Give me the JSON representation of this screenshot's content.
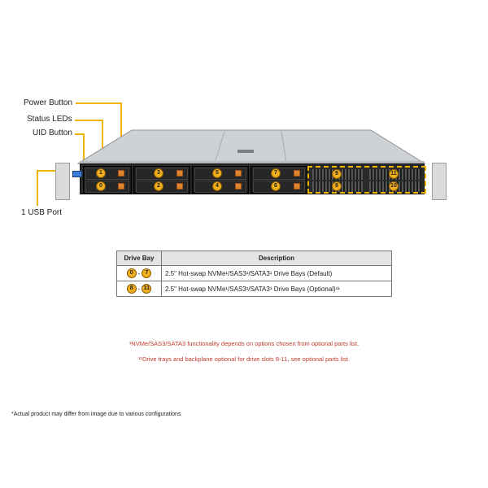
{
  "callouts": {
    "power_button": "Power Button",
    "status_leds": "Status LEDs",
    "uid_button": "UID Button",
    "usb_port": "1 USB Port"
  },
  "bays": {
    "row_top": [
      "1",
      "3",
      "5",
      "7",
      "9",
      "11"
    ],
    "row_bottom": [
      "0",
      "2",
      "4",
      "6",
      "8",
      "10"
    ]
  },
  "table": {
    "headers": [
      "Drive Bay",
      "Description"
    ],
    "rows": [
      {
        "from": "0",
        "to": "7",
        "description": "2.5\" Hot-swap NVMe¹/SAS3¹/SATA3¹  Drive  Bays (Default)"
      },
      {
        "from": "8",
        "to": "11",
        "description": "2.5\" Hot-swap NVMe¹/SAS3¹/SATA3¹  Drive  Bays (Optional)¹¹"
      }
    ]
  },
  "notes": {
    "note1": "¹NVMe/SAS3/SATA3 functionality depends on options chosen from optional parts list.",
    "note2": "¹¹Drive  trays and backplane optional for drive  slots 8-11,  see optional parts list.",
    "footnote": "*Actual product may differ from image due to various configurations"
  },
  "colors": {
    "accent": "#f0b400",
    "badge": "#f2b01e",
    "handle": "#e0832b",
    "note_red": "#c0392b"
  }
}
